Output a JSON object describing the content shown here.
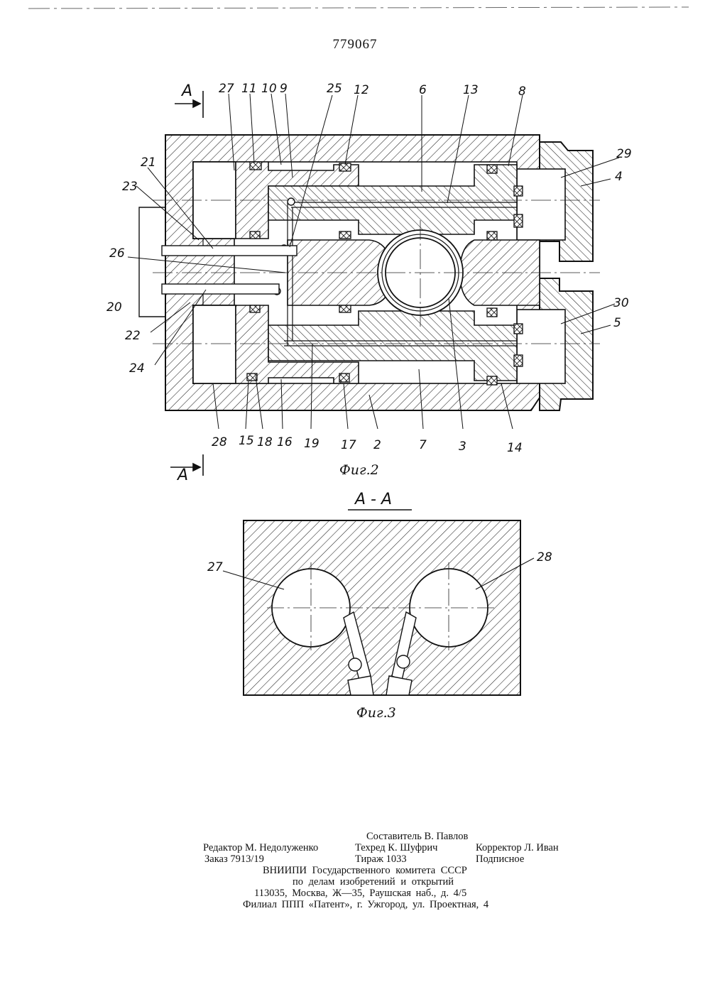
{
  "patent_number": "779067",
  "fig2": {
    "caption": "Фиг.2",
    "section_mark": "A",
    "callouts": [
      "27",
      "11",
      "10",
      "9",
      "25",
      "12",
      "6",
      "13",
      "8",
      "29",
      "4",
      "21",
      "23",
      "26",
      "20",
      "22",
      "24",
      "30",
      "5",
      "28",
      "15",
      "18",
      "16",
      "19",
      "17",
      "2",
      "7",
      "3",
      "14"
    ]
  },
  "fig3": {
    "caption": "Фиг.3",
    "section_title": "A - A",
    "callouts": [
      "27",
      "28"
    ]
  },
  "colophon": {
    "compiler": "Составитель В. Павлов",
    "editor": "Редактор М. Недолуженко",
    "techred": "Техред К. Шуфрич",
    "corrector": "Корректор Л. Иван",
    "order": "Заказ 7913/19",
    "circulation": "Тираж 1033",
    "subscription": "Подписное",
    "org_line1": "ВНИИПИ Государственного комитета СССР",
    "org_line2": "по делам изобретений и открытий",
    "address": "113035, Москва, Ж—35, Раушская наб., д. 4/5",
    "branch": "Филиал ППП «Патент», г. Ужгород, ул. Проектная, 4"
  }
}
